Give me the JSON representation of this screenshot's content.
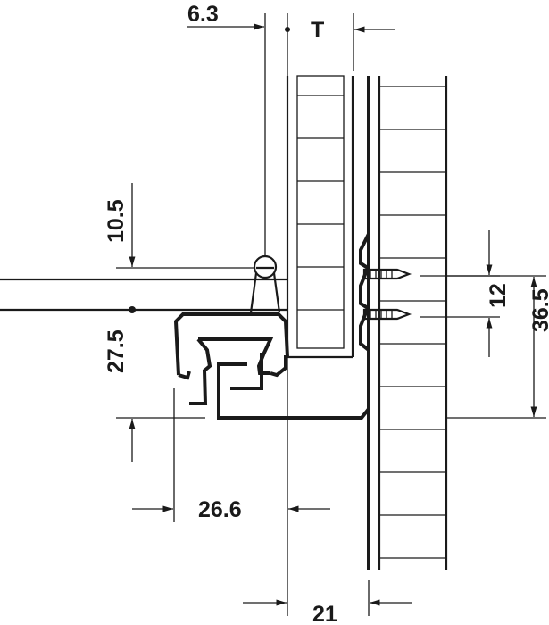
{
  "dimensions": {
    "top_offset": "6.3",
    "thickness": "T",
    "height_above": "10.5",
    "screw_spacing": "12",
    "total_height": "36.5",
    "rail_height": "27.5",
    "rail_width": "26.6",
    "side_clearance": "21"
  },
  "colors": {
    "line": "#1a1a1a",
    "background": "#ffffff"
  }
}
